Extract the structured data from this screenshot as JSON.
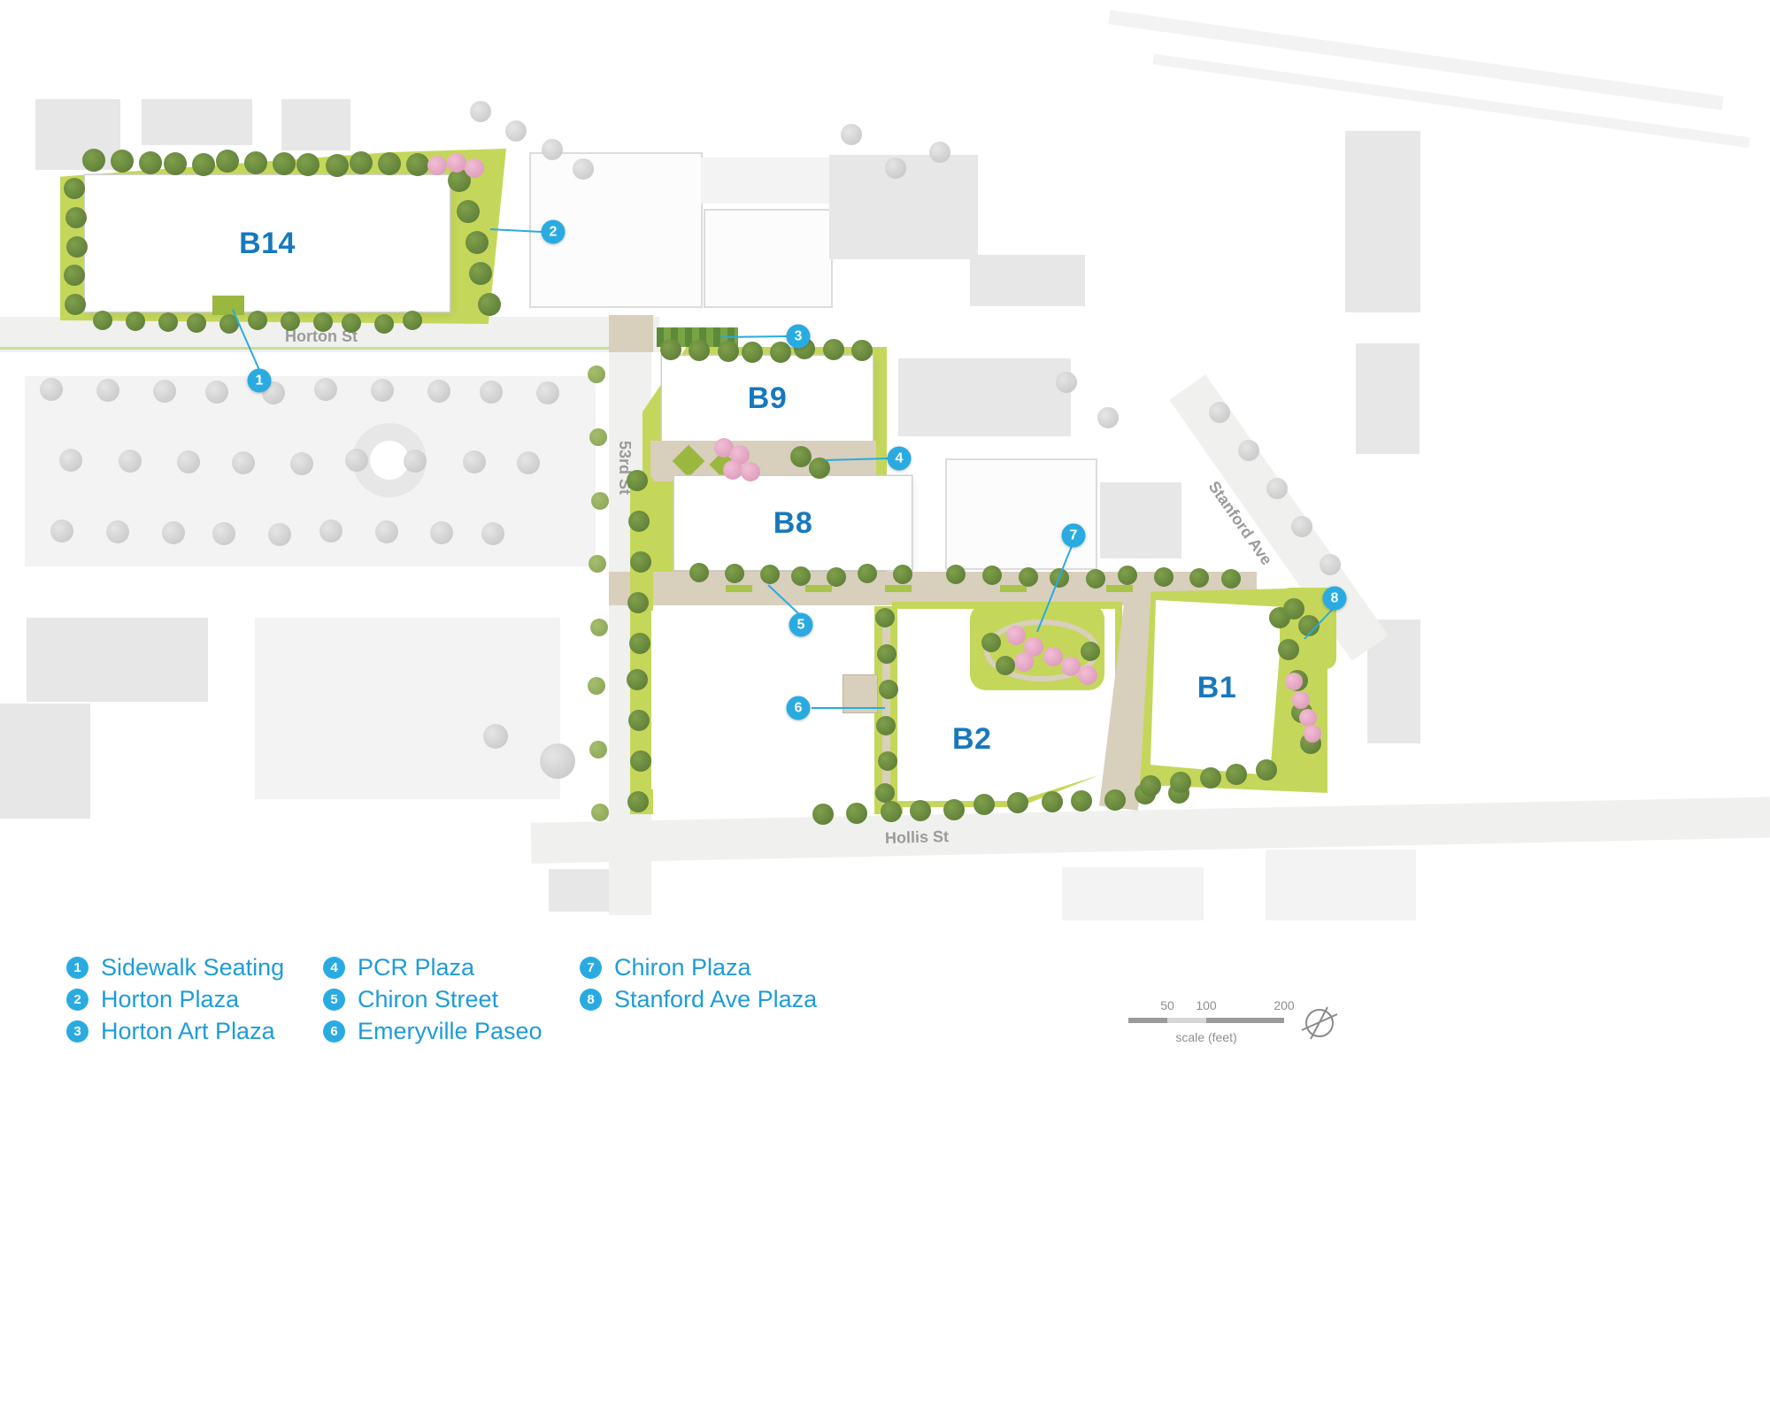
{
  "colors": {
    "accent": "#29abe2",
    "building_label": "#1878be",
    "legend_text": "#1e9cd8",
    "site_green": "#c5d75a",
    "path_tan": "#d8cfbd"
  },
  "buildings": [
    {
      "label": "B14"
    },
    {
      "label": "B9"
    },
    {
      "label": "B8"
    },
    {
      "label": "B2"
    },
    {
      "label": "B1"
    }
  ],
  "streets": [
    {
      "name": "Horton St"
    },
    {
      "name": "53rd St"
    },
    {
      "name": "Hollis St"
    },
    {
      "name": "Stanford Ave"
    }
  ],
  "legend": {
    "items": [
      {
        "number": "1",
        "label": "Sidewalk Seating"
      },
      {
        "number": "2",
        "label": "Horton Plaza"
      },
      {
        "number": "3",
        "label": "Horton Art Plaza"
      },
      {
        "number": "4",
        "label": "PCR Plaza"
      },
      {
        "number": "5",
        "label": "Chiron Street"
      },
      {
        "number": "6",
        "label": "Emeryville Paseo"
      },
      {
        "number": "7",
        "label": "Chiron Plaza"
      },
      {
        "number": "8",
        "label": "Stanford Ave Plaza"
      }
    ]
  },
  "scale": {
    "ticks": [
      "50",
      "100",
      "200"
    ],
    "caption": "scale (feet)"
  }
}
